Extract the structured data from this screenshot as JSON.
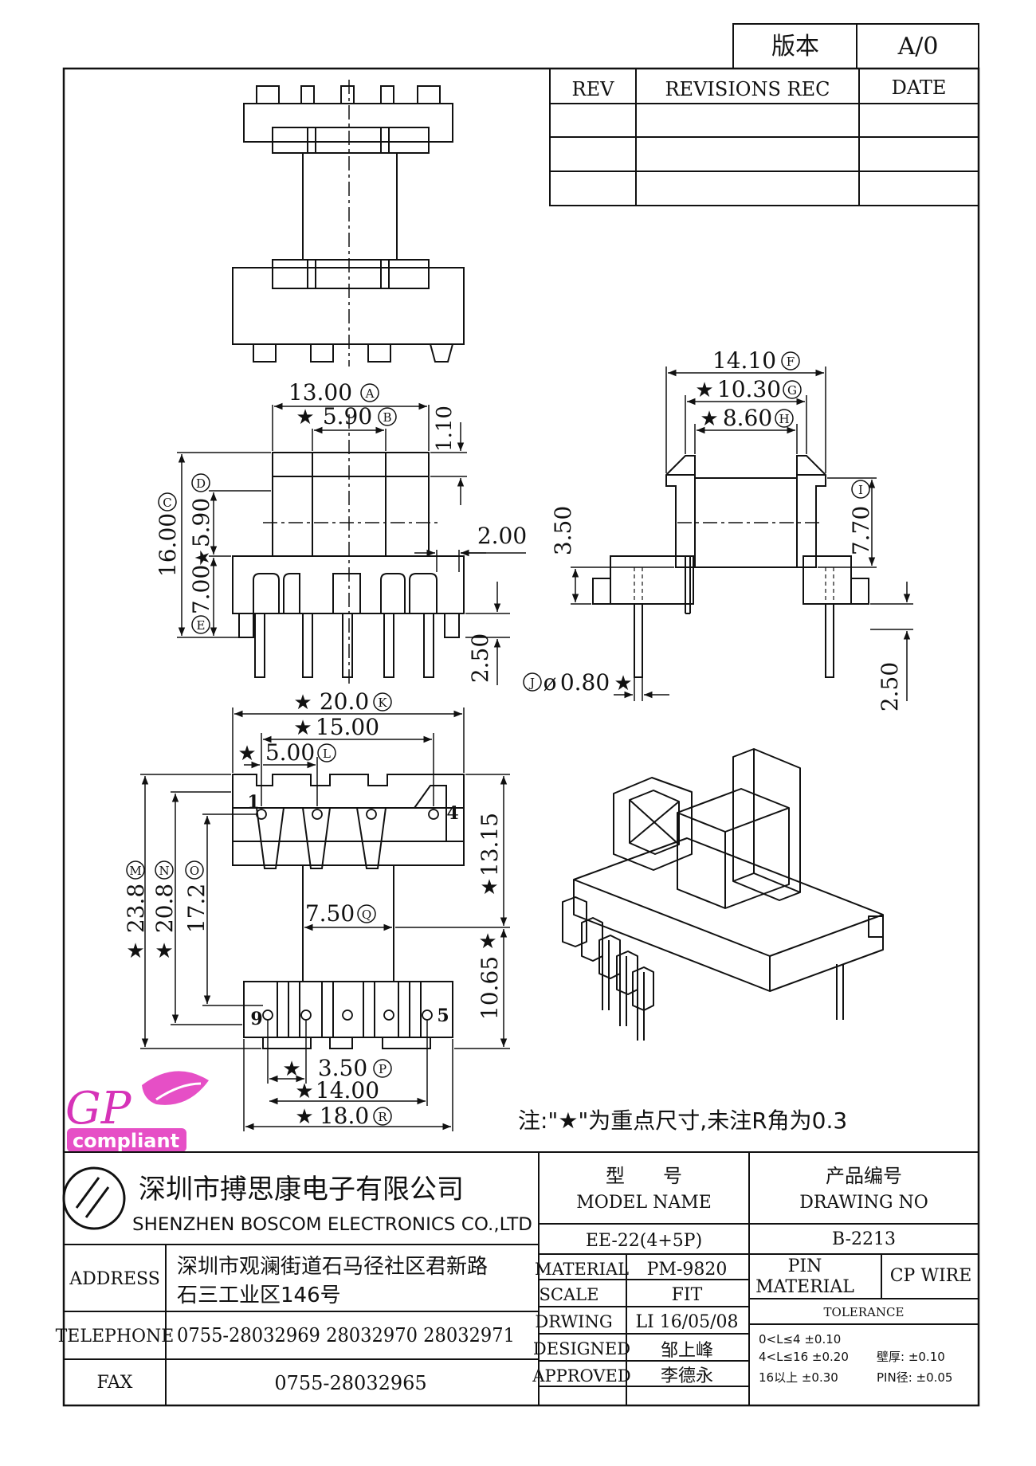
{
  "header": {
    "version_label": "版本",
    "version_value": "A/0",
    "rev_header": "REV",
    "revisions_header": "REVISIONS REC",
    "date_header": "DATE"
  },
  "dimensions": {
    "A": "13.00",
    "B": "5.90",
    "C": "16.00",
    "D": "5.90",
    "E": "7.00",
    "F": "14.10",
    "G": "10.30",
    "H": "8.60",
    "I": "7.70",
    "J": "0.80",
    "K": "20.0",
    "L": "5.00",
    "M": "23.8",
    "N": "20.8",
    "O": "17.2",
    "P": "3.50",
    "Q": "7.50",
    "R": "18.0",
    "dim_1_10": "1.10",
    "dim_2_00": "2.00",
    "dim_2_50_front": "2.50",
    "dim_3_50": "3.50",
    "dim_2_50_side": "2.50",
    "dim_15_00": "15.00",
    "dim_13_15": "13.15",
    "dim_10_65": "10.65",
    "dim_14_00": "14.00",
    "J_symbol": "ø",
    "star": "★"
  },
  "pin_labels": {
    "p1": "1",
    "p4": "4",
    "p9": "9",
    "p5": "5"
  },
  "note": "注:\"★\"为重点尺寸,未注R角为0.3",
  "logo": {
    "gp": "GP",
    "compliant": "compliant"
  },
  "title_block": {
    "company_cn": "深圳市搏思康电子有限公司",
    "company_en": "SHENZHEN BOSCOM ELECTRONICS CO.,LTD",
    "address_label": "ADDRESS",
    "address_line1": "深圳市观澜街道石马径社区君新路",
    "address_line2": "石三工业区146号",
    "telephone_label": "TELEPHONE",
    "telephone_value": "0755-28032969 28032970 28032971",
    "fax_label": "FAX",
    "fax_value": "0755-28032965",
    "model_label_cn": "型　　号",
    "model_label_en": "MODEL NAME",
    "model_value": "EE-22(4+5P)",
    "drawing_label_cn": "产品编号",
    "drawing_label_en": "DRAWING NO",
    "drawing_value": "B-2213",
    "material_label": "MATERIAL",
    "material_value": "PM-9820",
    "scale_label": "SCALE",
    "scale_value": "FIT",
    "drwing_label": "DRWING",
    "drwing_value": "LI 16/05/08",
    "designed_label": "DESIGNED",
    "designed_value": "邹上峰",
    "approved_label": "APPROVED",
    "approved_value": "李德永",
    "pin_material_line1": "PIN",
    "pin_material_line2": "MATERIAL",
    "pin_material_value": "CP WIRE",
    "tolerance_label": "TOLERANCE",
    "tol_row1": "0<L≤4  ±0.10",
    "tol_row2": "4<L≤16  ±0.20",
    "tol_row3": "16以上    ±0.30",
    "tol_wall": "壁厚:   ±0.10",
    "tol_pin": "PIN径: ±0.05"
  },
  "colors": {
    "ink": "#111111",
    "logo_magenta": "#d633b8",
    "logo_pink_bg": "#e64fc6"
  }
}
